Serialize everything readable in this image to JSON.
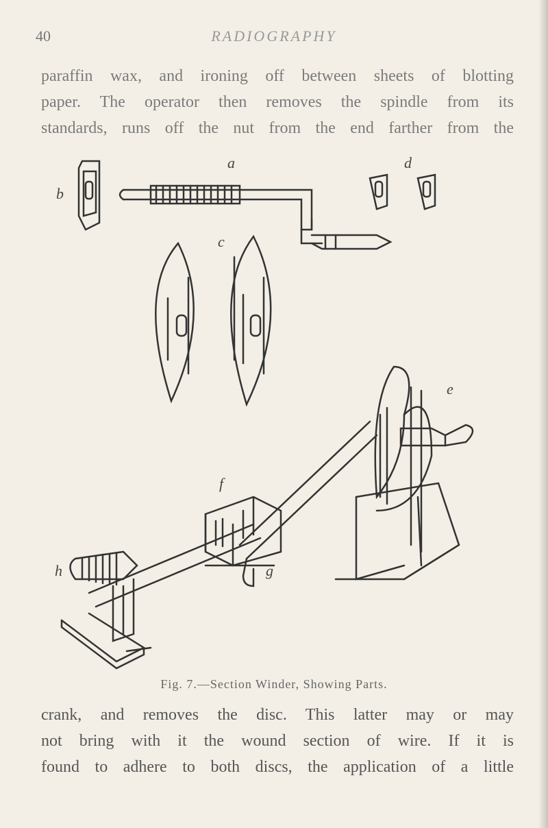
{
  "header": {
    "page_number": "40",
    "running_title": "RADIOGRAPHY"
  },
  "text_top": [
    "paraffin wax, and ironing off between sheets of blotting",
    "paper.  The operator then removes the spindle from its",
    "standards, runs off the nut from the end farther from the"
  ],
  "figure": {
    "labels": {
      "a": "a",
      "b": "b",
      "c": "c",
      "d": "d",
      "e": "e",
      "f": "f",
      "g": "g",
      "h": "h"
    },
    "caption": "Fig. 7.—Section Winder, Showing Parts."
  },
  "text_bottom": [
    "crank, and removes the disc.  This latter may or may",
    "not bring with it the wound section of wire.  If it is",
    "found to adhere to both discs, the application of a little"
  ],
  "colors": {
    "paper": "#f3efe6",
    "ink": "#3a3a3a"
  }
}
